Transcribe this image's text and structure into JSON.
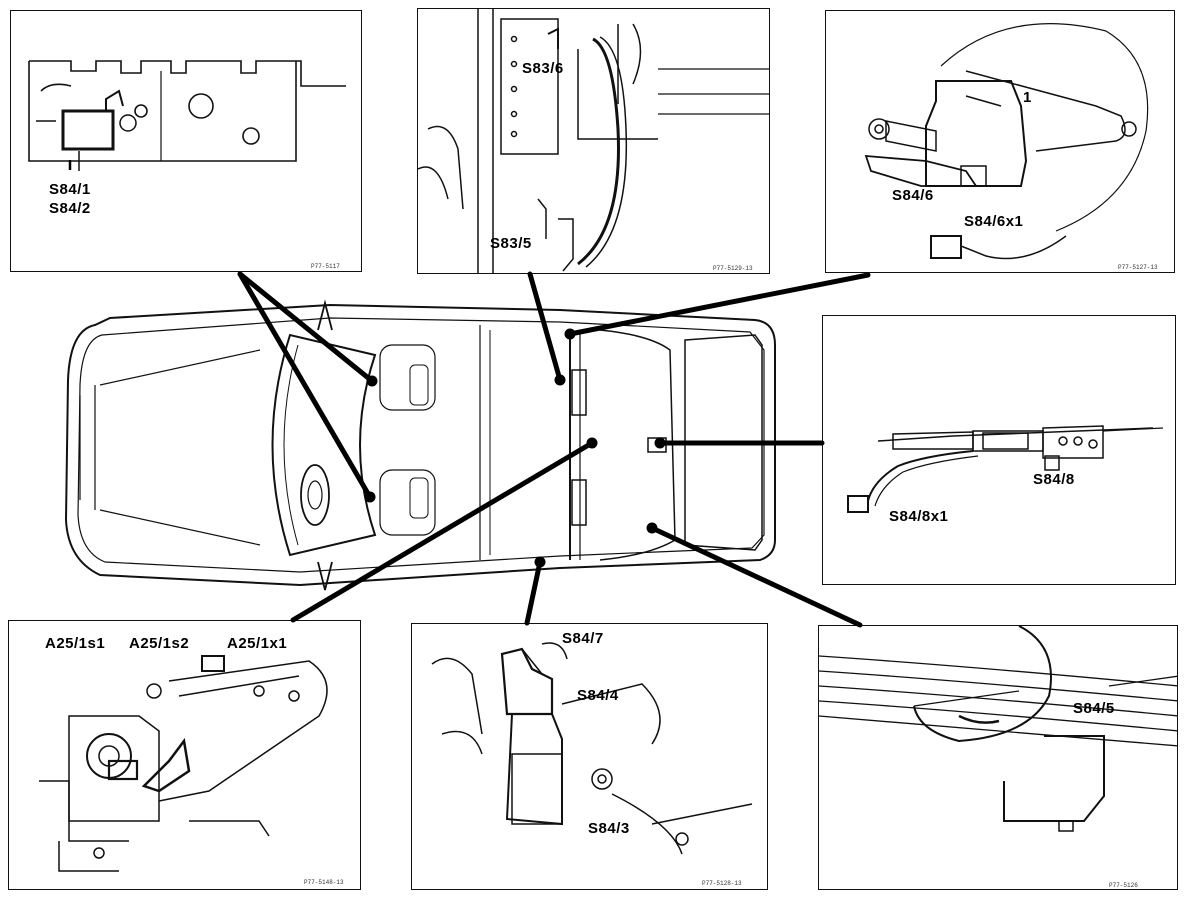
{
  "panels": {
    "top_left": {
      "labels": [
        "S84/1",
        "S84/2"
      ],
      "code": "P77-5117"
    },
    "top_center": {
      "labels": [
        "S83/6",
        "S83/5"
      ],
      "code": "P77-5129-13"
    },
    "top_right": {
      "labels": [
        "1",
        "S84/6",
        "S84/6x1"
      ],
      "code": "P77-5127-13"
    },
    "middle_right": {
      "labels": [
        "S84/8",
        "S84/8x1"
      ]
    },
    "bottom_left": {
      "labels": [
        "A25/1s1",
        "A25/1s2",
        "A25/1x1"
      ],
      "code": "P77-5148-13"
    },
    "bottom_center": {
      "labels": [
        "S84/7",
        "S84/4",
        "S84/3"
      ],
      "code": "P77-5128-13"
    },
    "bottom_right": {
      "labels": [
        "S84/5"
      ],
      "code": "P77-5126"
    }
  }
}
